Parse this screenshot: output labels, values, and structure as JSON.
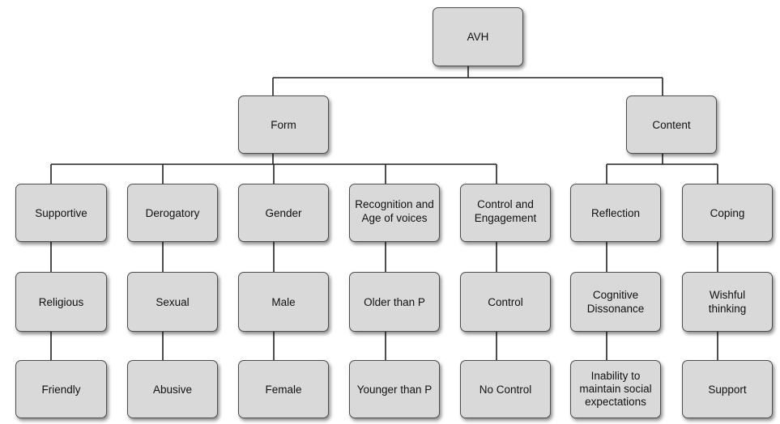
{
  "nodes": {
    "avh": "AVH",
    "form": "Form",
    "content": "Content",
    "supportive": "Supportive",
    "derogatory": "Derogatory",
    "gender": "Gender",
    "recognition": "Recognition and\nAge of voices",
    "control_engagement": "Control and\nEngagement",
    "reflection": "Reflection",
    "coping": "Coping",
    "religious": "Religious",
    "sexual": "Sexual",
    "male": "Male",
    "older": "Older than P",
    "control": "Control",
    "cognitive": "Cognitive\nDissonance",
    "wishful": "Wishful\nthinking",
    "friendly": "Friendly",
    "abusive": "Abusive",
    "female": "Female",
    "younger": "Younger than P",
    "no_control": "No Control",
    "inability": "Inability to\nmaintain social\nexpectations",
    "support": "Support"
  }
}
